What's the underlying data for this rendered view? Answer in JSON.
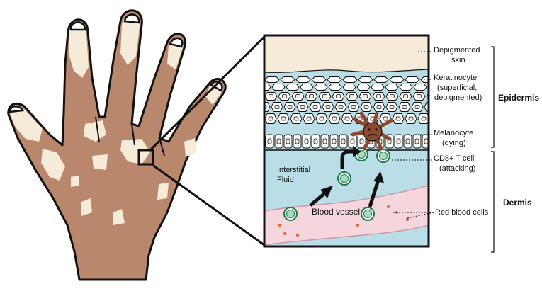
{
  "labels": {
    "depigmented_skin": [
      "Depigmented",
      "skin"
    ],
    "keratinocyte": [
      "Keratinocyte",
      "(superficial,",
      "depigmented)"
    ],
    "melanocyte": [
      "Melanocyte",
      "(dying)"
    ],
    "cd8_tcell": [
      "CD8+ T cell",
      "(attacking)"
    ],
    "red_blood_cells": "Red blood cells",
    "interstitial_fluid": [
      "Interstitial",
      "Fluid"
    ],
    "blood_vessel": "Blood vessel",
    "epidermis": "Epidermis",
    "dermis": "Dermis"
  },
  "colors": {
    "skin_pigmented": "#b8876c",
    "skin_depigmented": "#f6ead8",
    "interstitial_fluid": "#b9dee8",
    "blood_vessel": "#f4d6dc",
    "melanocyte": "#8b4a2e",
    "tcell_fill": "#a8dcc0",
    "tcell_ring": "#1d7a4a",
    "rbc": "#e8612c"
  }
}
